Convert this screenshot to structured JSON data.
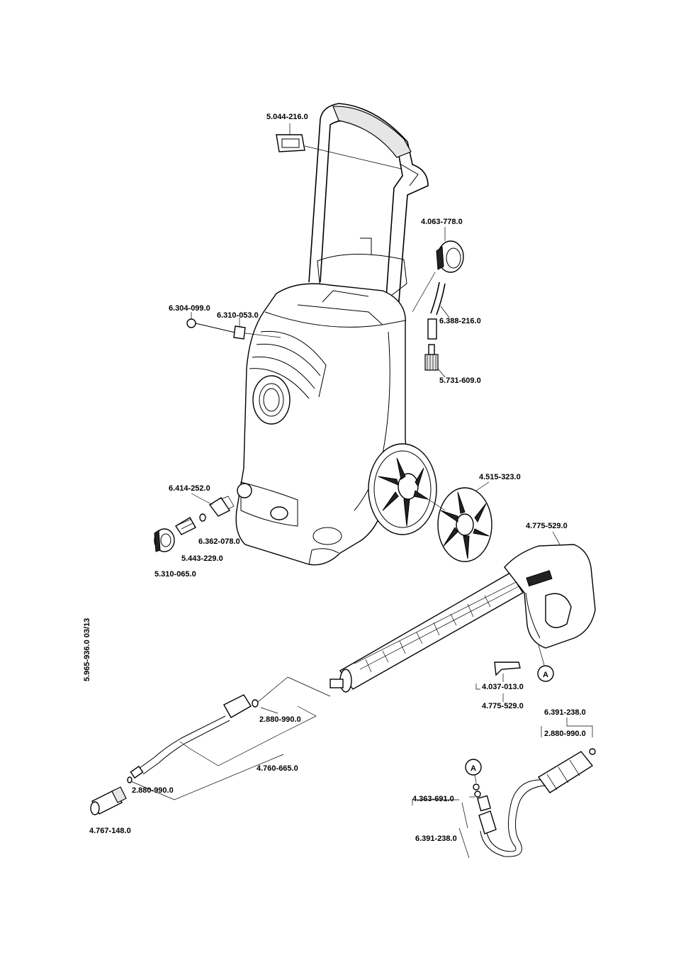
{
  "doc_code": "5.965-936.0  03/13",
  "callout_A": "A",
  "parts": {
    "p5044_216": "5.044-216.0",
    "p4063_778": "4.063-778.0",
    "p6388_216": "6.388-216.0",
    "p5731_609": "5.731-609.0",
    "p6304_099": "6.304-099.0",
    "p6310_053": "6.310-053.0",
    "p4515_323": "4.515-323.0",
    "p6414_252": "6.414-252.0",
    "p6362_078": "6.362-078.0",
    "p5443_229": "5.443-229.0",
    "p5310_065": "5.310-065.0",
    "p4775_529_gun": "4.775-529.0",
    "p4037_013": "4.037-013.0",
    "p4775_529_lance": "4.775-529.0",
    "p6391_238_top": "6.391-238.0",
    "p2880_990_hose": "2.880-990.0",
    "p2880_990_lance": "2.880-990.0",
    "p4760_665": "4.760-665.0",
    "p2880_990_nozzle": "2.880-990.0",
    "p4767_148": "4.767-148.0",
    "p4363_691": "4.363-691.0",
    "p6391_238_bottom": "6.391-238.0"
  }
}
